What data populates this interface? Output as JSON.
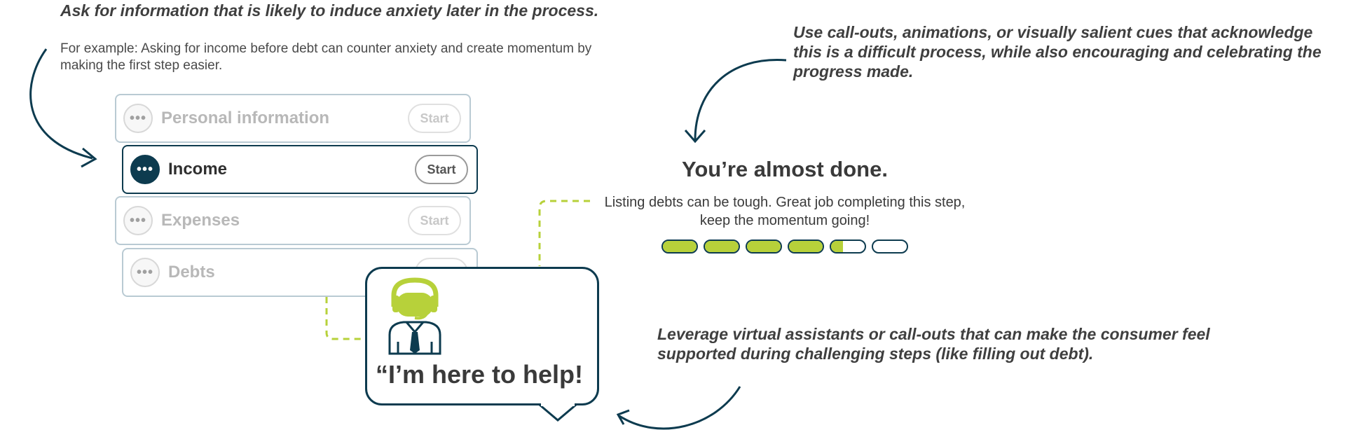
{
  "headings": {
    "top": "Ask for information that is likely to induce anxiety later in the process.",
    "example": "For example: Asking for income before debt can counter anxiety and create momentum by making the first step easier.",
    "right": "Use call-outs, animations, or visually salient cues that acknowledge this is a difficult process, while also encouraging and celebrating the progress made.",
    "bottom": "Leverage virtual assistants or call-outs that can make the consumer feel supported during challenging steps (like filling out debt)."
  },
  "steps": [
    {
      "label": "Personal information",
      "button": "Start",
      "state": "inactive"
    },
    {
      "label": "Income",
      "button": "Start",
      "state": "active"
    },
    {
      "label": "Expenses",
      "button": "Start",
      "state": "inactive"
    },
    {
      "label": "Debts",
      "button": "Start",
      "state": "inactive"
    }
  ],
  "progress_card": {
    "title": "You’re almost done.",
    "body": "Listing debts can be tough. Great job completing this step, keep the momentum going!",
    "segments": [
      1,
      1,
      1,
      1,
      0.35,
      0
    ]
  },
  "assistant": {
    "quote": "“I’m here to help!",
    "icon": "headset-agent-icon"
  },
  "colors": {
    "navy": "#0d3b4f",
    "lime": "#b7d13a",
    "border_light": "#b9cad3",
    "text": "#3a3a3a"
  }
}
